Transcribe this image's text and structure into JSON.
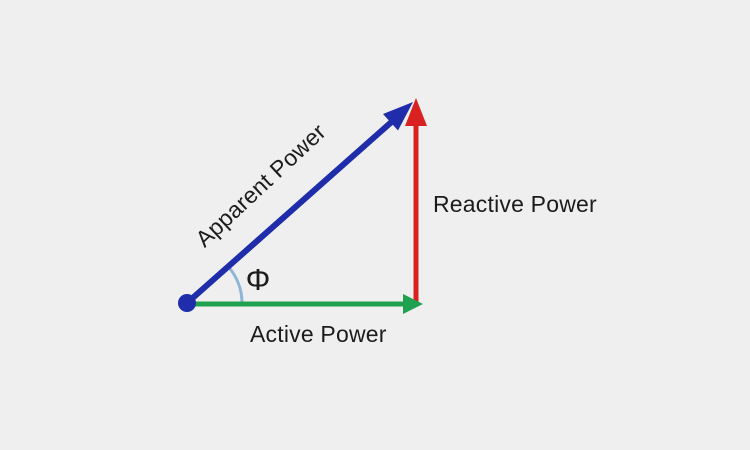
{
  "page": {
    "background_color": "#efefef",
    "text_color": "#1c1c1c"
  },
  "diagram": {
    "vectors": [
      {
        "id": "apparent-power",
        "label": "Apparent Power",
        "color": "#1f2daa"
      },
      {
        "id": "reactive-power",
        "label": "Reactive Power",
        "color": "#d92121"
      },
      {
        "id": "active-power",
        "label": "Active Power",
        "color": "#1fa24f"
      }
    ],
    "angle": {
      "symbol": "Φ",
      "arc_color": "#8fb4d6"
    },
    "origin_dot_color": "#1f2daa"
  }
}
